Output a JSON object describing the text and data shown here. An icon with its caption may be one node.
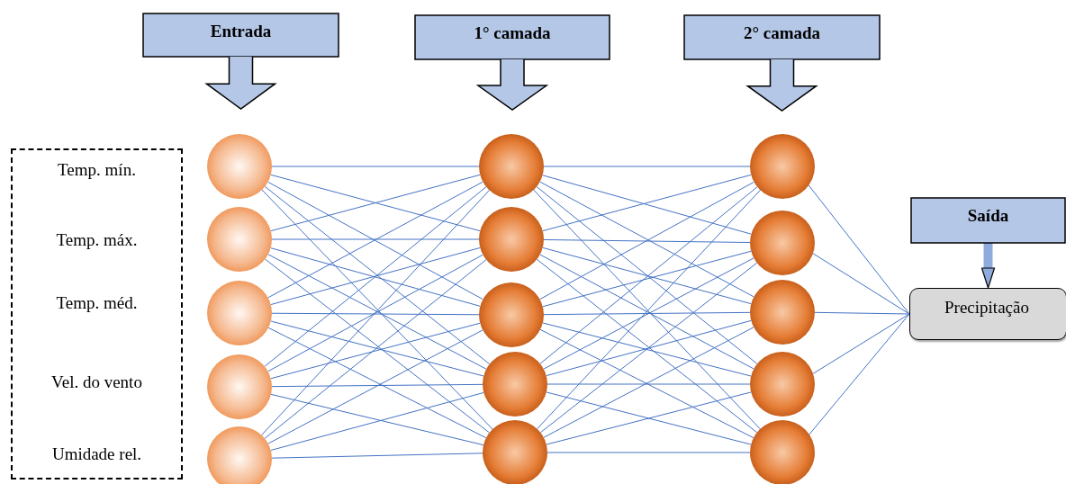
{
  "diagram": {
    "nodes": [
      {
        "text": [
          "Temp. mín.",
          "Temp. máx.",
          "Temp. méd.",
          "Vel. do vento",
          "Umidade rel."
        ]
      },
      {
        "text": [
          "Entrada"
        ]
      },
      {
        "text": [
          "1° camada"
        ]
      },
      {
        "text": [
          "2° camada"
        ]
      },
      {
        "text": [
          "Saída"
        ]
      },
      {
        "text": [
          "Precipitação"
        ]
      },
      {
        "text": [],
        "shape": "circle"
      },
      {
        "text": [],
        "shape": "circle"
      },
      {
        "text": [],
        "shape": "circle"
      },
      {
        "text": [],
        "shape": "circle"
      },
      {
        "text": [],
        "shape": "circle"
      },
      {
        "text": [],
        "shape": "circle"
      },
      {
        "text": [],
        "shape": "circle"
      },
      {
        "text": [],
        "shape": "circle"
      },
      {
        "text": [],
        "shape": "circle"
      },
      {
        "text": [],
        "shape": "circle"
      },
      {
        "text": [],
        "shape": "circle"
      },
      {
        "text": [],
        "shape": "circle"
      },
      {
        "text": [],
        "shape": "circle"
      },
      {
        "text": [],
        "shape": "circle"
      },
      {
        "text": [],
        "shape": "circle"
      }
    ],
    "edges": [
      {
        "from": 6,
        "to": 11,
        "arrow": "none"
      },
      {
        "from": 6,
        "to": 12,
        "arrow": "none"
      },
      {
        "from": 6,
        "to": 13,
        "arrow": "none"
      },
      {
        "from": 6,
        "to": 14,
        "arrow": "none"
      },
      {
        "from": 6,
        "to": 15,
        "arrow": "none"
      },
      {
        "from": 7,
        "to": 11,
        "arrow": "none"
      },
      {
        "from": 7,
        "to": 12,
        "arrow": "none"
      },
      {
        "from": 7,
        "to": 13,
        "arrow": "none"
      },
      {
        "from": 7,
        "to": 14,
        "arrow": "none"
      },
      {
        "from": 7,
        "to": 15,
        "arrow": "none"
      },
      {
        "from": 8,
        "to": 11,
        "arrow": "none"
      },
      {
        "from": 8,
        "to": 12,
        "arrow": "none"
      },
      {
        "from": 8,
        "to": 13,
        "arrow": "none"
      },
      {
        "from": 8,
        "to": 14,
        "arrow": "none"
      },
      {
        "from": 8,
        "to": 15,
        "arrow": "none"
      },
      {
        "from": 9,
        "to": 11,
        "arrow": "none"
      },
      {
        "from": 9,
        "to": 12,
        "arrow": "none"
      },
      {
        "from": 9,
        "to": 13,
        "arrow": "none"
      },
      {
        "from": 9,
        "to": 14,
        "arrow": "none"
      },
      {
        "from": 9,
        "to": 15,
        "arrow": "none"
      },
      {
        "from": 10,
        "to": 11,
        "arrow": "none"
      },
      {
        "from": 10,
        "to": 12,
        "arrow": "none"
      },
      {
        "from": 10,
        "to": 13,
        "arrow": "none"
      },
      {
        "from": 10,
        "to": 14,
        "arrow": "none"
      },
      {
        "from": 10,
        "to": 15,
        "arrow": "none"
      },
      {
        "from": 11,
        "to": 16,
        "arrow": "none"
      },
      {
        "from": 11,
        "to": 17,
        "arrow": "none"
      },
      {
        "from": 11,
        "to": 18,
        "arrow": "none"
      },
      {
        "from": 11,
        "to": 19,
        "arrow": "none"
      },
      {
        "from": 11,
        "to": 20,
        "arrow": "none"
      },
      {
        "from": 12,
        "to": 16,
        "arrow": "none"
      },
      {
        "from": 12,
        "to": 17,
        "arrow": "none"
      },
      {
        "from": 12,
        "to": 18,
        "arrow": "none"
      },
      {
        "from": 12,
        "to": 19,
        "arrow": "none"
      },
      {
        "from": 12,
        "to": 20,
        "arrow": "none"
      },
      {
        "from": 13,
        "to": 16,
        "arrow": "none"
      },
      {
        "from": 13,
        "to": 17,
        "arrow": "none"
      },
      {
        "from": 13,
        "to": 18,
        "arrow": "none"
      },
      {
        "from": 13,
        "to": 19,
        "arrow": "none"
      },
      {
        "from": 13,
        "to": 20,
        "arrow": "none"
      },
      {
        "from": 14,
        "to": 16,
        "arrow": "none"
      },
      {
        "from": 14,
        "to": 17,
        "arrow": "none"
      },
      {
        "from": 14,
        "to": 18,
        "arrow": "none"
      },
      {
        "from": 14,
        "to": 19,
        "arrow": "none"
      },
      {
        "from": 14,
        "to": 20,
        "arrow": "none"
      },
      {
        "from": 15,
        "to": 16,
        "arrow": "none"
      },
      {
        "from": 15,
        "to": 17,
        "arrow": "none"
      },
      {
        "from": 15,
        "to": 18,
        "arrow": "none"
      },
      {
        "from": 15,
        "to": 19,
        "arrow": "none"
      },
      {
        "from": 15,
        "to": 20,
        "arrow": "none"
      },
      {
        "from": 16,
        "to": 5,
        "arrow": "none"
      },
      {
        "from": 17,
        "to": 5,
        "arrow": "none"
      },
      {
        "from": 18,
        "to": 5,
        "arrow": "none"
      },
      {
        "from": 19,
        "to": 5,
        "arrow": "none"
      },
      {
        "from": 20,
        "to": 5,
        "arrow": "none"
      },
      {
        "from": 4,
        "to": 5,
        "arrow": "to",
        "style": "thick",
        "color": "#8faadc"
      }
    ]
  }
}
